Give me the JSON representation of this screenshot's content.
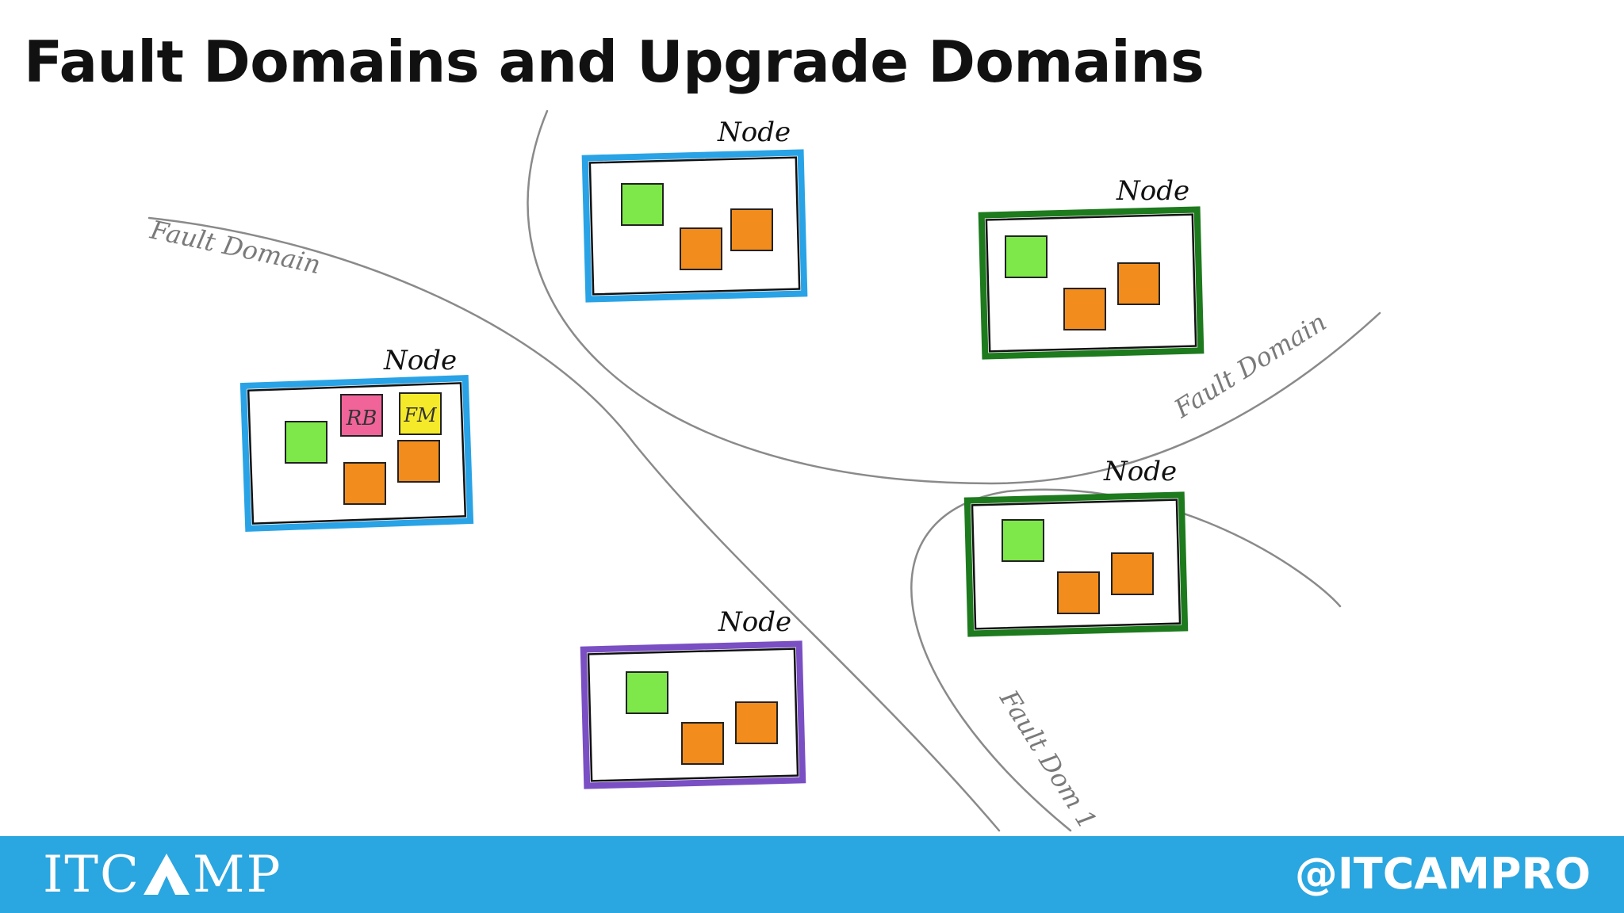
{
  "title": "Fault Domains and Upgrade Domains",
  "labels": {
    "node": "Node",
    "fault_domain": "Fault Domain",
    "fault_domain_partial": "Fault Dom 1"
  },
  "services": {
    "rb": "RB",
    "fm": "FM"
  },
  "nodes": [
    {
      "name": "Node",
      "upgrade_domain_color": "#29a3e6"
    },
    {
      "name": "Node",
      "upgrade_domain_color": "#1d7a1d"
    },
    {
      "name": "Node",
      "upgrade_domain_color": "#29a3e6"
    },
    {
      "name": "Node",
      "upgrade_domain_color": "#1d7a1d"
    },
    {
      "name": "Node",
      "upgrade_domain_color": "#7a4fc4"
    }
  ],
  "colors": {
    "fault_line": "#8a8a8a",
    "green_block": "#7ee84a",
    "orange_block": "#f28c1c",
    "rb_block": "#f0649a",
    "fm_block": "#f5ea2a",
    "footer": "#2aa6e0"
  },
  "footer": {
    "logo_left": "ITC",
    "logo_right": "MP",
    "handle": "@ITCAMPRO"
  }
}
